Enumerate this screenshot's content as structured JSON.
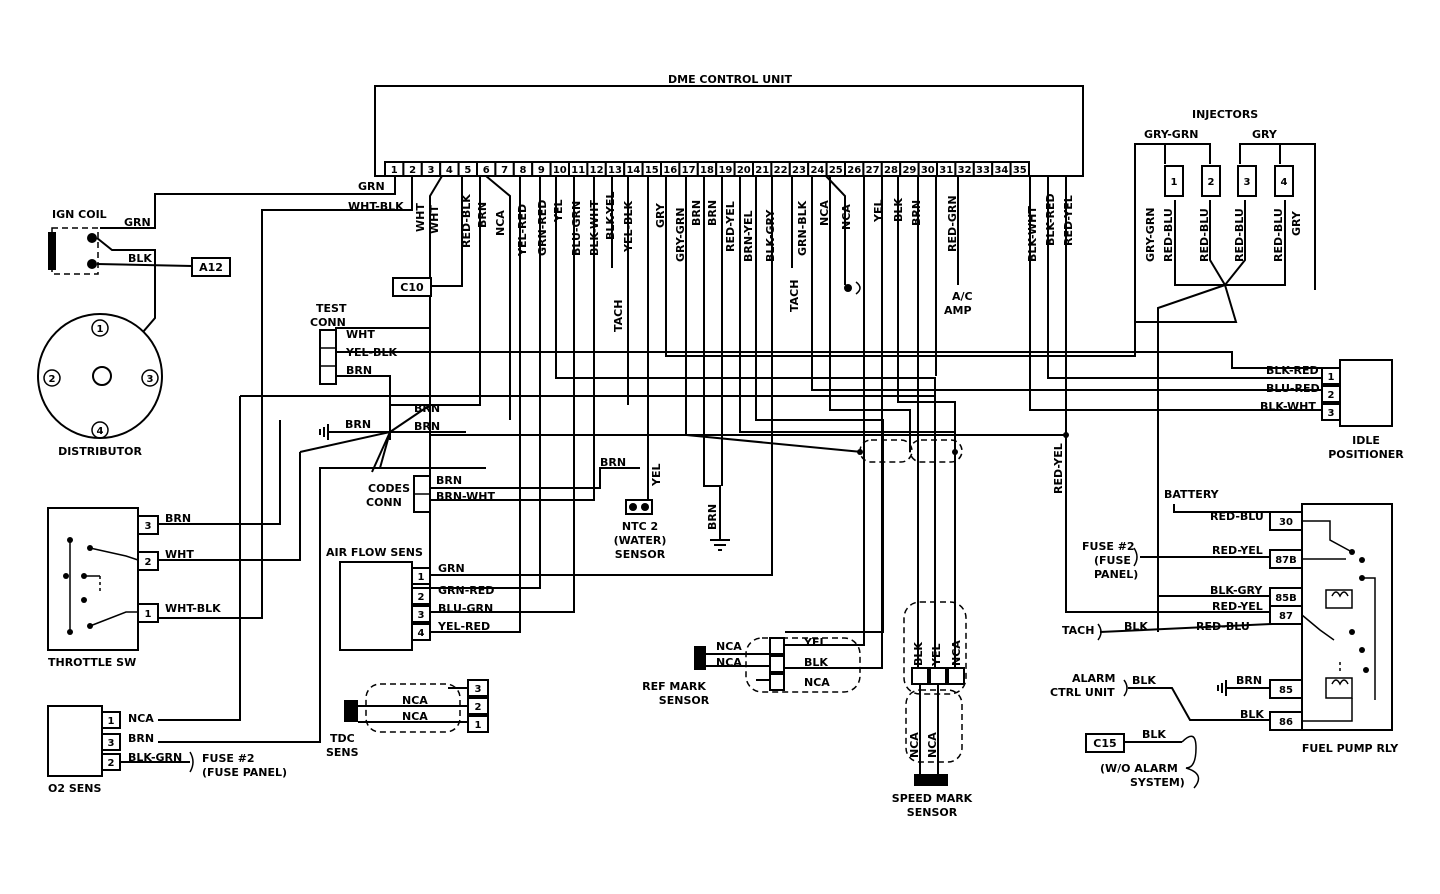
{
  "ecu": {
    "title": "DME CONTROL UNIT",
    "pins": [
      "1",
      "2",
      "3",
      "4",
      "5",
      "6",
      "7",
      "8",
      "9",
      "10",
      "11",
      "12",
      "13",
      "14",
      "15",
      "16",
      "17",
      "18",
      "19",
      "20",
      "21",
      "22",
      "23",
      "24",
      "25",
      "26",
      "27",
      "28",
      "29",
      "30",
      "31",
      "32",
      "33",
      "34",
      "35"
    ],
    "pin_wires": {
      "p3": "WHT",
      "p4": "RED-BLK",
      "p5a": "BRN",
      "p5b": "NCA",
      "p6": "YEL-RED",
      "p7": "GRN-RED",
      "p8": "YEL",
      "p9": "BLU-GRN",
      "p10": "BLK-WHT",
      "p11": "BLK-YEL",
      "p12": "YEL-BLK",
      "p13": "GRY",
      "p14": "GRY-GRN",
      "p15": "BRN",
      "p16": "BRN",
      "p17": "RED-YEL",
      "p18": "BRN-YEL",
      "p19": "BLK-GRY",
      "p20": "GRN-BLK",
      "p21": "NCA",
      "p22": "NCA",
      "p24": "YEL",
      "p25": "BLK",
      "p26": "BRN",
      "p28": "RED-GRN",
      "p33": "BLK-WHT",
      "p34": "BLK-RED",
      "p35": "RED-YEL",
      "top_grn": "GRN",
      "top_whtblk": "WHT-BLK",
      "left_wht": "WHT",
      "tach1": "TACH",
      "tach2": "TACH"
    }
  },
  "ign_coil": {
    "title": "IGN COIL",
    "grn": "GRN",
    "blk": "BLK",
    "a12": "A12"
  },
  "distributor": {
    "title": "DISTRIBUTOR",
    "terminals": [
      "1",
      "2",
      "3",
      "4"
    ]
  },
  "c10": "C10",
  "test_conn": {
    "title1": "TEST",
    "title2": "CONN",
    "wires": [
      "WHT",
      "YEL-BLK",
      "BRN"
    ]
  },
  "ground_node": {
    "w1": "BRN",
    "w2": "BRN",
    "w3": "BRN"
  },
  "codes_conn": {
    "title1": "CODES",
    "title2": "CONN",
    "wires": [
      "BRN",
      "BRN-WHT"
    ]
  },
  "throttle_sw": {
    "title": "THROTTLE SW",
    "pins": [
      "3",
      "2",
      "1"
    ],
    "wires": [
      "BRN",
      "WHT",
      "WHT-BLK"
    ]
  },
  "air_flow": {
    "title": "AIR FLOW SENS",
    "pins": [
      "1",
      "2",
      "3",
      "4"
    ],
    "wires": [
      "GRN",
      "GRN-RED",
      "BLU-GRN",
      "YEL-RED"
    ]
  },
  "o2_sens": {
    "title": "O2 SENS",
    "pins": [
      "1",
      "3",
      "2"
    ],
    "wires": [
      "NCA",
      "BRN",
      "BLK-GRN"
    ],
    "fuse": "FUSE #2",
    "fuse_sub": "(FUSE PANEL)"
  },
  "tdc_sens": {
    "title1": "TDC",
    "title2": "SENS",
    "pins": [
      "3",
      "2",
      "1"
    ],
    "wires": [
      "NCA",
      "NCA"
    ]
  },
  "ntc": {
    "wire1": "BRN",
    "wire2": "YEL",
    "title1": "NTC 2",
    "title2": "(WATER)",
    "title3": "SENSOR"
  },
  "ground_brn": "BRN",
  "ref_mark": {
    "title1": "REF MARK",
    "title2": "SENSOR",
    "wires": [
      "NCA",
      "NCA"
    ],
    "right": [
      "YEL",
      "BLK",
      "NCA"
    ]
  },
  "speed_mark": {
    "title1": "SPEED MARK",
    "title2": "SENSOR",
    "top": [
      "BLK",
      "YEL",
      "NCA"
    ],
    "bottom": [
      "NCA",
      "NCA"
    ]
  },
  "ac_amp": {
    "l1": "A/C",
    "l2": "AMP"
  },
  "injectors": {
    "title": "INJECTORS",
    "nums": [
      "1",
      "2",
      "3",
      "4"
    ],
    "gry_grn": "GRY-GRN",
    "gry": "GRY",
    "wires": [
      "GRY-GRN",
      "RED-BLU",
      "RED-BLU",
      "RED-BLU",
      "RED-BLU",
      "GRY"
    ]
  },
  "idle_pos": {
    "title1": "IDLE",
    "title2": "POSITIONER",
    "pins": [
      "1",
      "2",
      "3"
    ],
    "wires": [
      "BLK-RED",
      "BLU-RED",
      "BLK-WHT"
    ]
  },
  "red_yel_vert": "RED-YEL",
  "fuel_pump": {
    "title": "FUEL PUMP RLY",
    "battery": "BATTERY",
    "fuse_l1": "FUSE #2",
    "fuse_l2": "(FUSE",
    "fuse_l3": "PANEL)",
    "tach": "TACH",
    "alarm_l1": "ALARM",
    "alarm_l2": "CTRL UNIT",
    "c15": "C15",
    "wo_l1": "(W/O ALARM",
    "wo_l2": "SYSTEM)",
    "terms": [
      "30",
      "87B",
      "85B",
      "87",
      "85",
      "86"
    ],
    "wires": [
      "RED-BLU",
      "RED-YEL",
      "BLK-GRY",
      "RED-YEL",
      "BLK",
      "RED-BLU",
      "BLK",
      "BRN",
      "BLK"
    ]
  }
}
